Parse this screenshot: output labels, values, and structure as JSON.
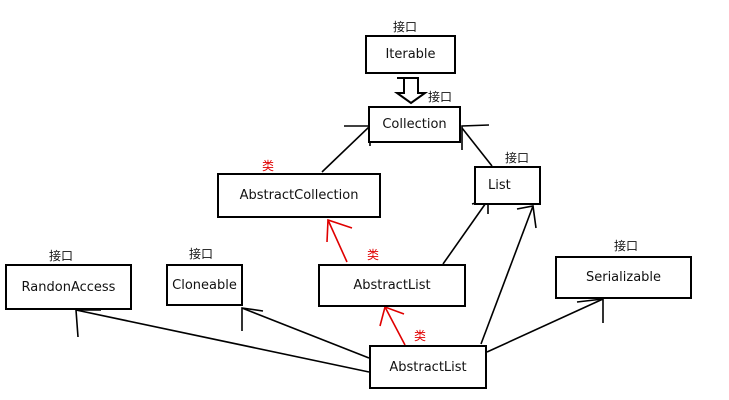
{
  "colors": {
    "line": "#000000",
    "class_arrow": "#e00000",
    "class_tag": "#e00000",
    "interface_tag": "#111111"
  },
  "nodes": {
    "iterable": "Iterable",
    "collection": "Collection",
    "abstract_collection": "AbstractCollection",
    "list": "List",
    "randon_access": "RandonAccess",
    "cloneable": "Cloneable",
    "abstract_list_parent": "AbstractList",
    "serializable": "Serializable",
    "abstract_list_child": "AbstractList"
  },
  "tags": {
    "iterable": "接口",
    "collection": "接口",
    "abstract_collection": "类",
    "list": "接口",
    "randon_access": "接口",
    "cloneable": "接口",
    "abstract_list_parent": "类",
    "serializable": "接口",
    "abstract_list_child": "类"
  }
}
